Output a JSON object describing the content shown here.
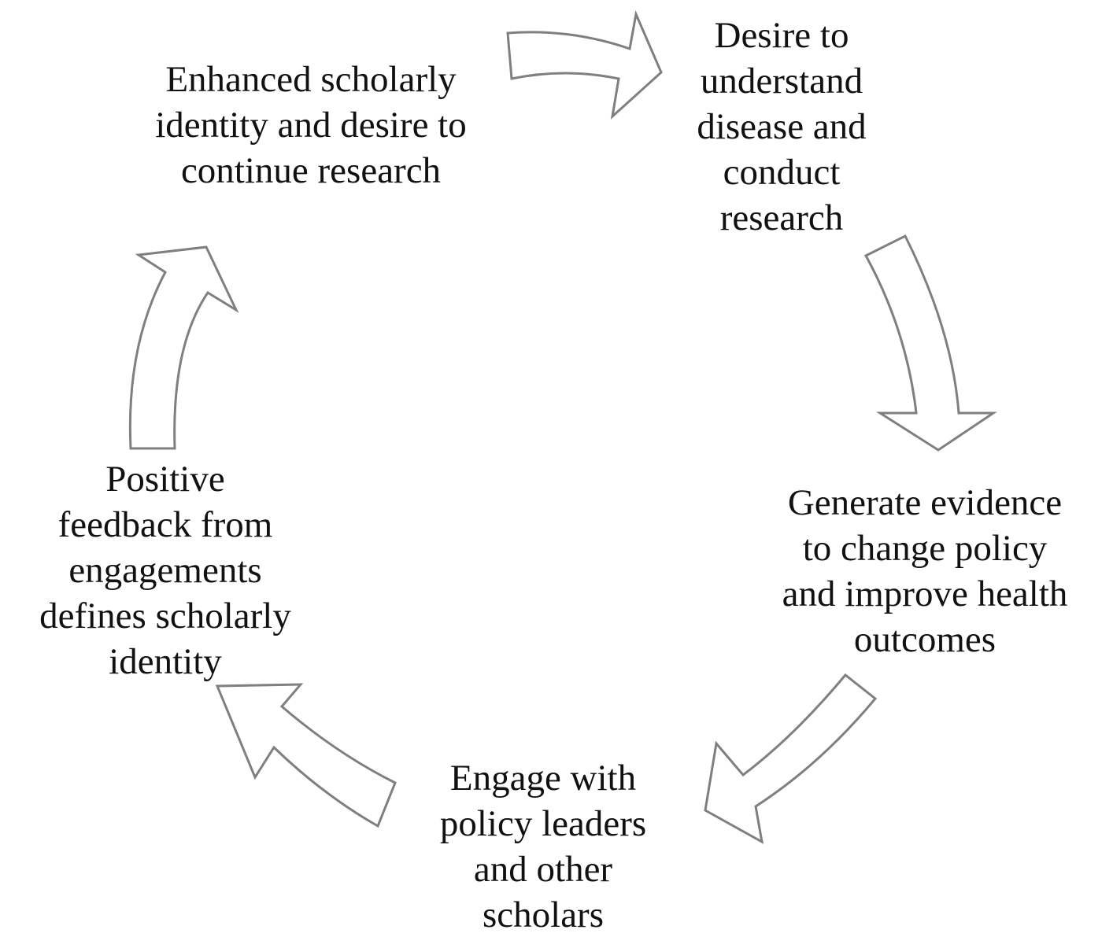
{
  "diagram": {
    "type": "cycle",
    "arrow_color": "#7f7f7f",
    "text_color": "#111111",
    "nodes": [
      {
        "id": "desire-to-understand",
        "lines": [
          "Desire to",
          "understand",
          "disease and",
          "conduct",
          "research"
        ]
      },
      {
        "id": "generate-evidence",
        "lines": [
          "Generate evidence",
          "to change policy",
          "and improve health",
          "outcomes"
        ]
      },
      {
        "id": "engage-policy-leaders",
        "lines": [
          "Engage with",
          "policy leaders",
          "and other",
          "scholars"
        ]
      },
      {
        "id": "positive-feedback",
        "lines": [
          "Positive",
          "feedback from",
          "engagements",
          "defines scholarly",
          "identity"
        ]
      },
      {
        "id": "enhanced-identity",
        "lines": [
          "Enhanced scholarly",
          "identity and desire to",
          "continue research"
        ]
      }
    ],
    "edges": [
      {
        "from": "enhanced-identity",
        "to": "desire-to-understand"
      },
      {
        "from": "desire-to-understand",
        "to": "generate-evidence"
      },
      {
        "from": "generate-evidence",
        "to": "engage-policy-leaders"
      },
      {
        "from": "engage-policy-leaders",
        "to": "positive-feedback"
      },
      {
        "from": "positive-feedback",
        "to": "enhanced-identity"
      }
    ]
  }
}
